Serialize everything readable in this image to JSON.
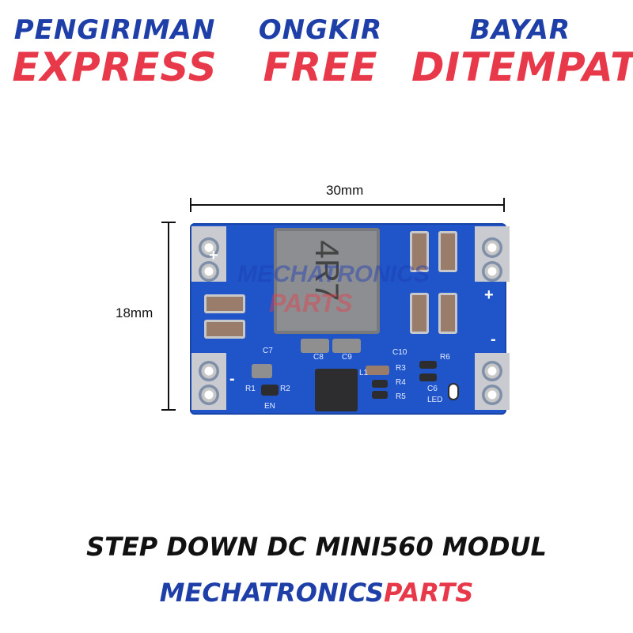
{
  "banners": [
    {
      "top": "PENGIRIMAN",
      "bottom": "EXPRESS"
    },
    {
      "top": "ONGKIR",
      "bottom": "FREE"
    },
    {
      "top": "BAYAR",
      "bottom": "DITEMPAT"
    }
  ],
  "colors": {
    "blue": "#1f3fa8",
    "red": "#e8394a",
    "pcb": "#1f55c8"
  },
  "dimensions": {
    "width": "30mm",
    "height": "18mm"
  },
  "board_labels": {
    "inductor": "4R7",
    "c7": "C7",
    "r1": "R1",
    "r2": "R2",
    "en": "EN",
    "c8": "C8",
    "c9": "C9",
    "l1": "L1",
    "c10": "C10",
    "r3": "R3",
    "r4": "R4",
    "r5": "R5",
    "r6": "R6",
    "c6": "C6",
    "led": "LED",
    "plus": "+",
    "minus": "-"
  },
  "watermark": {
    "top": "MECHATRONICS",
    "bottom": "PARTS"
  },
  "product_title": "STEP DOWN DC MINI560 MODUL",
  "brand": {
    "part1": "MECHATRONICS",
    "part2": "PARTS"
  }
}
